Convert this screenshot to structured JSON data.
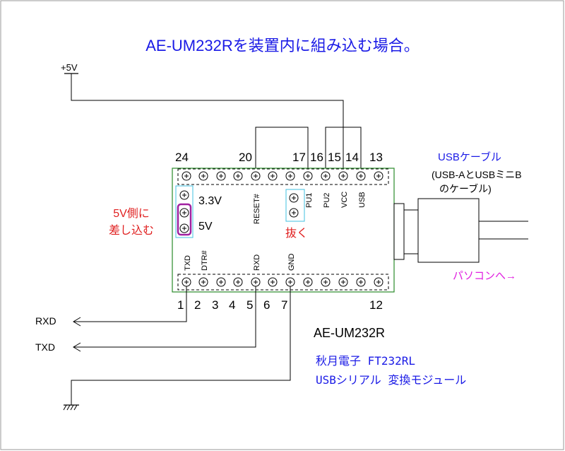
{
  "title": "AE-UM232Rを装置内に組み込む場合。",
  "power_label": "+5V",
  "top_pin_numbers": [
    "24",
    "20",
    "17",
    "16",
    "15",
    "14",
    "13"
  ],
  "bottom_pin_numbers": [
    "1",
    "2",
    "3",
    "4",
    "5",
    "6",
    "7",
    "12"
  ],
  "top_signals": [
    "RESET#",
    "PU1",
    "PU2",
    "VCC",
    "USB"
  ],
  "bottom_signals": [
    "TXD",
    "DTR#",
    "RXD",
    "GND"
  ],
  "jumper_labels": {
    "v33": "3.3V",
    "v5": "5V"
  },
  "insert_note": [
    "5V側に",
    "差し込む"
  ],
  "remove_note": "抜く",
  "usb_cable": [
    "USBケーブル",
    "(USB-AとUSBミニB",
    "のケーブル)"
  ],
  "pc_label": "パソコンへ→",
  "module_name": "AE-UM232R",
  "module_desc": [
    "秋月電子 FT232RL",
    "USBシリアル 変換モジュール"
  ],
  "rxd_label": "RXD",
  "txd_label": "TXD",
  "colors": {
    "title": "#1a1ae6",
    "note_red": "#e02020",
    "note_magenta": "#e020e0",
    "note_blue": "#1a1ae6",
    "board_border": "#2a8a2a",
    "jumper_cyan": "#40c0e0",
    "jumper_purple": "#a020a0"
  }
}
